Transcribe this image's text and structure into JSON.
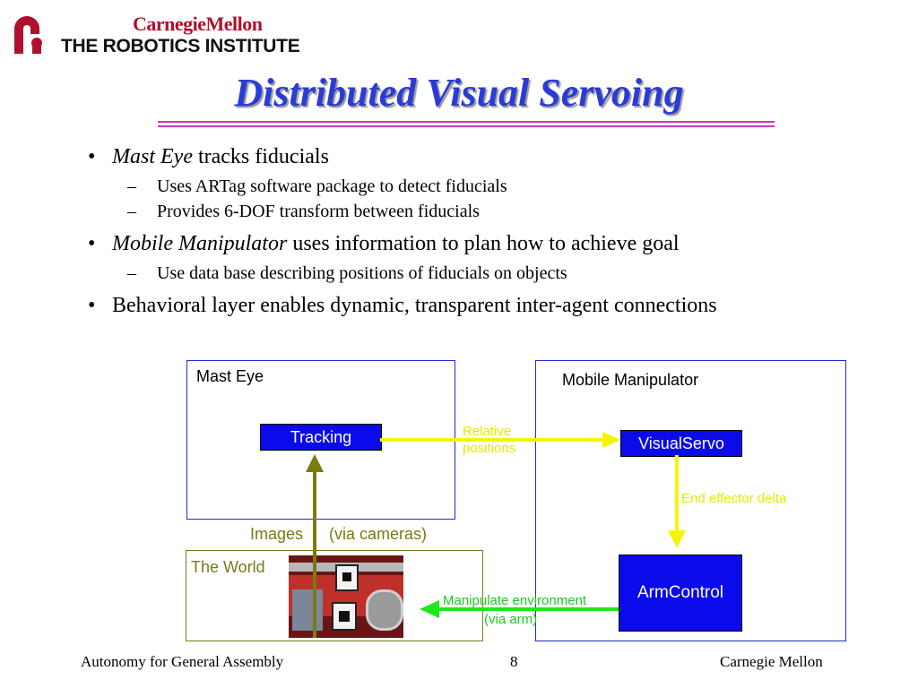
{
  "header": {
    "university": "CarnegieMellon",
    "institute": "THE ROBOTICS INSTITUTE"
  },
  "title": "Distributed Visual Servoing",
  "bullets": [
    {
      "emph": "Mast Eye",
      "text": " tracks fiducials",
      "subs": [
        "Uses ARTag software package to detect fiducials",
        "Provides 6-DOF transform between fiducials"
      ]
    },
    {
      "emph": "Mobile Manipulator",
      "text": " uses information to plan how to achieve goal",
      "subs": [
        "Use data base describing positions of fiducials on objects"
      ]
    },
    {
      "emph": "",
      "text": "Behavioral layer enables dynamic, transparent inter-agent connections",
      "subs": []
    }
  ],
  "diagram": {
    "mast_eye_label": "Mast Eye",
    "mobile_manipulator_label": "Mobile Manipulator",
    "world_label": "The World",
    "tracking": "Tracking",
    "visual_servo": "VisualServo",
    "arm_control": "ArmControl",
    "relative_positions_line1": "Relative",
    "relative_positions_line2": "positions",
    "end_effector_delta": "End effector delta",
    "images_label": "Images",
    "via_cameras": "(via cameras)",
    "manipulate_line1": "Manipulate environment",
    "manipulate_line2": "(via arm)",
    "colors": {
      "box_border": "#1f2ad8",
      "world_border": "#7a7a20",
      "node_fill": "#0a0aea",
      "yellow_arrow": "#f4f40a",
      "olive_arrow": "#7a7a10",
      "green_arrow": "#1ee81e"
    }
  },
  "footer": {
    "left": "Autonomy for General Assembly",
    "page": "8",
    "right": "Carnegie Mellon"
  }
}
